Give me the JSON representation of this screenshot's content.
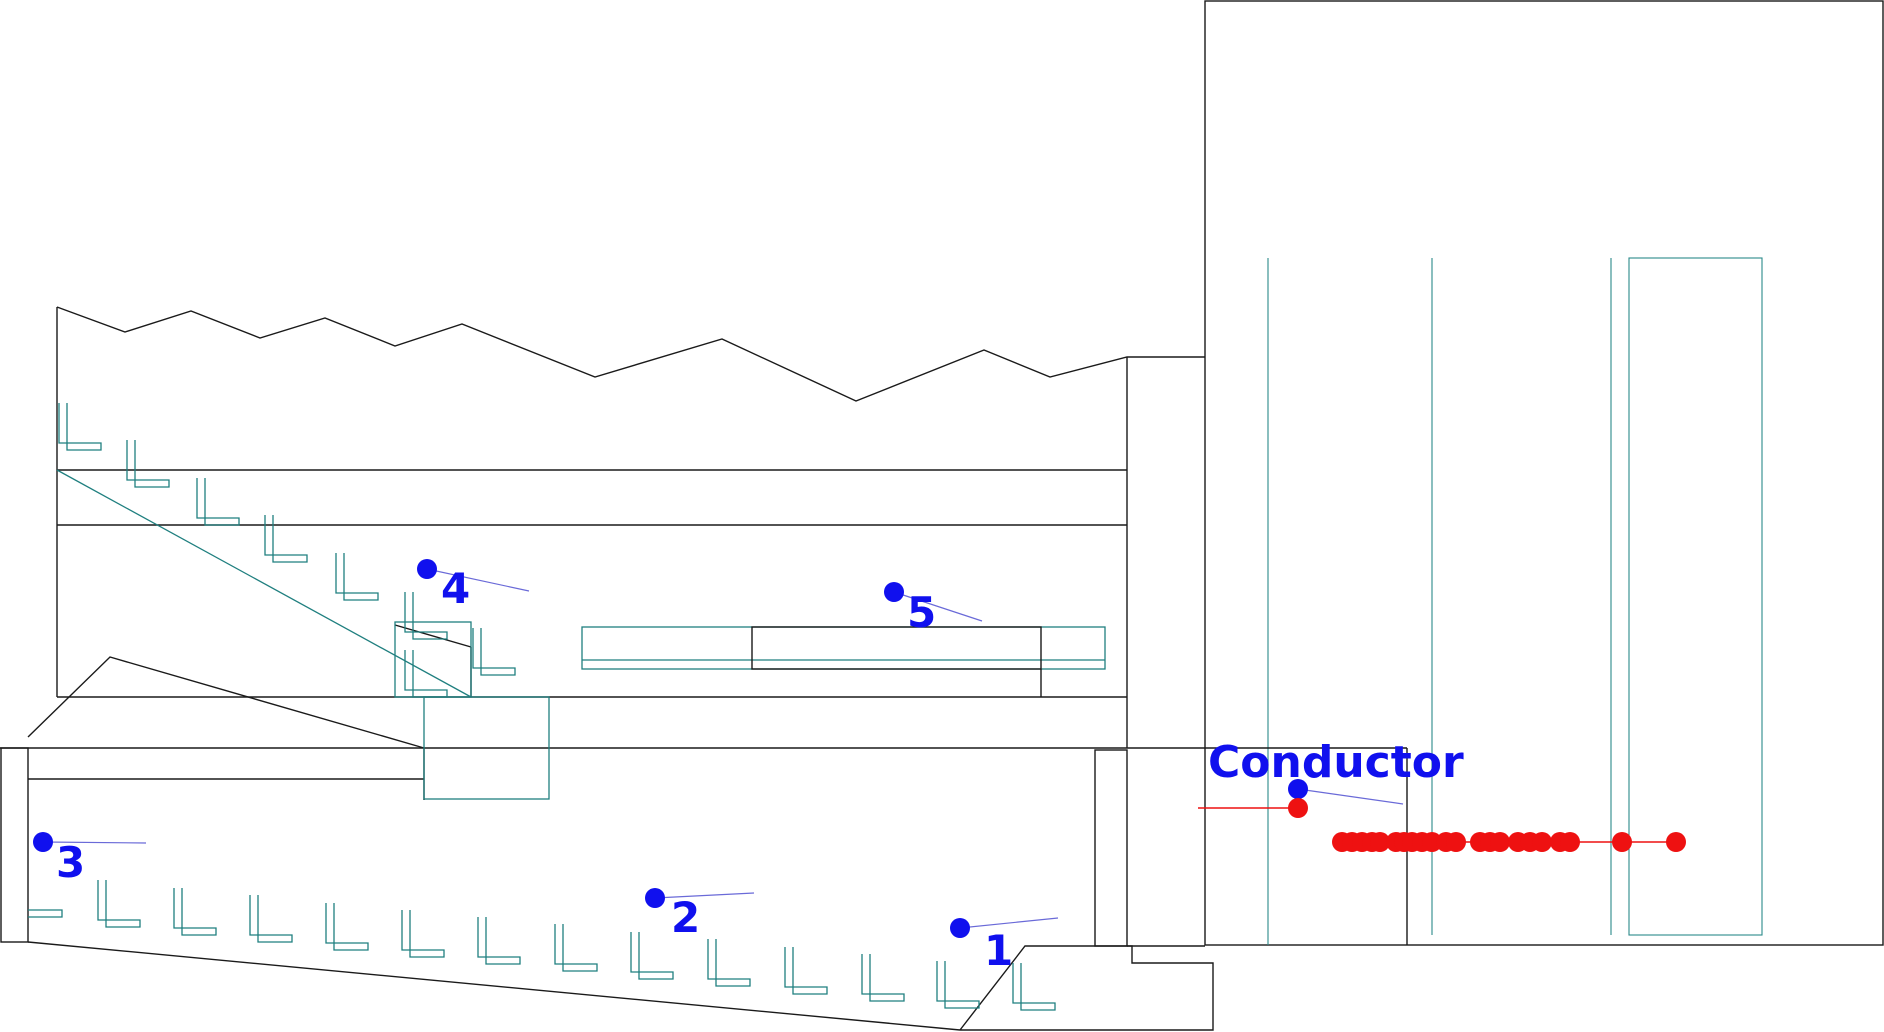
{
  "colors": {
    "structure": "#1a1a1a",
    "seating": "#1f7f7f",
    "receiver": "#1010ee",
    "source": "#ee1111"
  },
  "receivers": [
    {
      "id": "1",
      "label": "1"
    },
    {
      "id": "2",
      "label": "2"
    },
    {
      "id": "3",
      "label": "3"
    },
    {
      "id": "4",
      "label": "4"
    },
    {
      "id": "5",
      "label": "5"
    }
  ],
  "conductor": {
    "label": "Conductor"
  },
  "source_row": {
    "count": 22
  }
}
